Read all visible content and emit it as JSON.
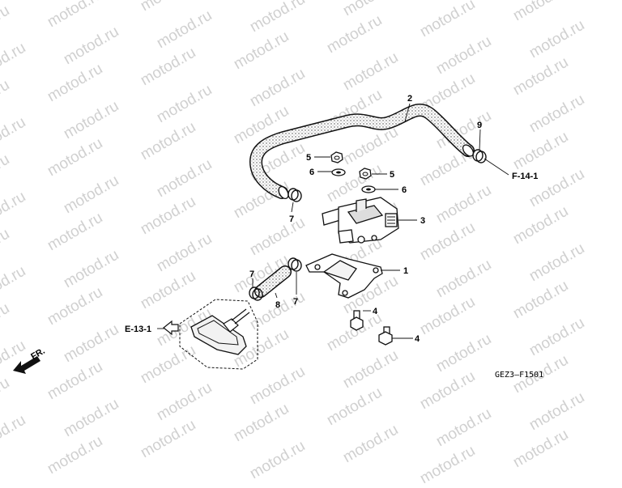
{
  "watermark": {
    "text": "motod.ru"
  },
  "callouts": [
    {
      "id": "c1",
      "label": "1"
    },
    {
      "id": "c2",
      "label": "2"
    },
    {
      "id": "c3",
      "label": "3"
    },
    {
      "id": "c4a",
      "label": "4"
    },
    {
      "id": "c4b",
      "label": "4"
    },
    {
      "id": "c5a",
      "label": "5"
    },
    {
      "id": "c5b",
      "label": "5"
    },
    {
      "id": "c6a",
      "label": "6"
    },
    {
      "id": "c6b",
      "label": "6"
    },
    {
      "id": "c7a",
      "label": "7"
    },
    {
      "id": "c7b",
      "label": "7"
    },
    {
      "id": "c7c",
      "label": "7"
    },
    {
      "id": "c8",
      "label": "8"
    },
    {
      "id": "c9",
      "label": "9"
    }
  ],
  "references": {
    "f14": "F-14-1",
    "e13": "E-13-1",
    "front": "FR."
  },
  "diagram_code": "GEZ3—F1501"
}
